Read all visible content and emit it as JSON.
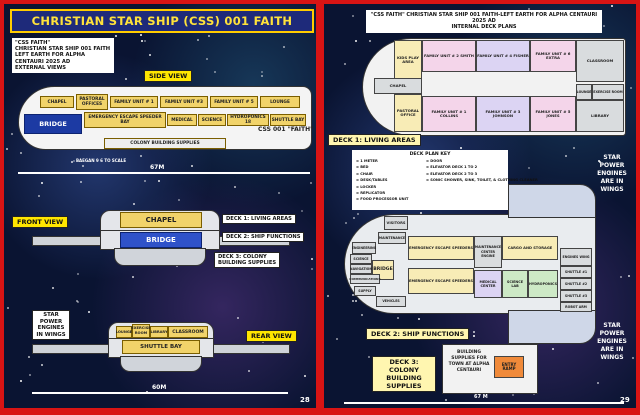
{
  "left_page": {
    "title": "CHRISTIAN STAR SHIP (CSS) 001 FAITH",
    "info": {
      "line1": "\"CSS FAITH\"",
      "line2": "CHRISTIAN STAR SHIP 001 FAITH",
      "line3": "LEFT EARTH FOR ALPHA CENTAURI 2025 AD",
      "line4": "EXTERNAL VIEWS"
    },
    "side_view_label": "SIDE VIEW",
    "side_rooms": {
      "chapel": "CHAPEL",
      "pastoral": "PASTORAL OFFICES",
      "fam1": "FAMILY UNIT # 1",
      "fam3": "FAMILY UNIT #3",
      "fam5": "FAMILY UNIT # 5",
      "lounge": "LOUNGE",
      "bridge": "BRIDGE",
      "escape": "EMERGENCY ESCAPE SPEEDER BAY",
      "medical": "MEDICAL",
      "science": "SCIENCE",
      "hydro": "HYDROPONICS 18",
      "shuttle": "SHUTTLE BAY",
      "colony": "COLONY BUILDING SUPPLIES",
      "hull_name": "CSS 001 \"FAITH\""
    },
    "scale_note": "BAEGAN 9 6 TO SCALE",
    "side_dim": "67M",
    "front_view_label": "FRONT VIEW",
    "front_rooms": {
      "chapel": "CHAPEL",
      "bridge": "BRIDGE"
    },
    "front_callouts": {
      "deck1": "DECK 1: LIVING AREAS",
      "deck2": "DECK 2: SHIP FUNCTIONS",
      "deck3a": "DECK 3: COLONY",
      "deck3b": "BUILDING SUPPLIES"
    },
    "rear_view_label": "REAR VIEW",
    "rear_rooms": {
      "lounge": "LOUNGE",
      "exercise": "EXERCISE ROOM",
      "library": "LIBRARY",
      "classroom": "CLASSROOM",
      "shuttle": "SHUTTLE BAY"
    },
    "rear_callout": "STAR POWER ENGINES IN WINGS",
    "rear_dim": "60M",
    "page_number": "28"
  },
  "right_page": {
    "info": {
      "line1": "\"CSS FAITH\" CHRISTIAN STAR SHIP 001 FAITH-LEFT EARTH FOR ALPHA CENTAURI 2025 AD",
      "line2": "INTERNAL DECK PLANS"
    },
    "deck_top_rooms": {
      "kids": "KIDS PLAY AREA",
      "fam2": "FAMILY UNIT # 2 SMITH",
      "fam4": "FAMILY UNIT # 4 FISHER",
      "fam6": "FAMILY UNIT # 6 EXTRA",
      "classroom": "CLASSROOM",
      "chapel": "CHAPEL",
      "pastoral": "PASTORAL OFFICE",
      "fam1": "FAMILY UNIT # 1 COLLINS",
      "fam3": "FAMILY UNIT # 3 JOHNSON",
      "fam5": "FAMILY UNIT # 5 JONES",
      "lounge": "LOUNGE",
      "exercise": "EXERCISE ROOM",
      "library": "LIBRARY"
    },
    "deck1_label": "DECK 1: LIVING AREAS",
    "key": {
      "title": "DECK PLAN KEY",
      "items": [
        "= 1 METER",
        "= BED",
        "= CHAIR",
        "= DESK/TABLES",
        "= LOCKER",
        "= REPLICATOR",
        "= FOOD PROCESSOR UNIT",
        "= DOOR",
        "= ELEVATOR DECK 1 TO 2",
        "= ELEVATOR DECK 2 TO 3",
        "= SONIC SHOWER, SINK, TOILET, & CLOTHING CLEANER"
      ]
    },
    "engines_label": "STAR POWER ENGINES ARE IN WINGS",
    "deck2_rooms": {
      "visitors": "VISITORS",
      "maintenance": "MAINTENANCE",
      "engineering": "ENGINEERING",
      "science": "SCIENCE",
      "bridge": "BRIDGE",
      "navigation": "NAVIGATION",
      "comms": "COMMUNICATIONS",
      "supply": "SUPPLY",
      "vehicles": "VEHICLES",
      "speeders_top": "EMERGENCY ESCAPE SPEEDERS",
      "speeders_bot": "EMERGENCY ESCAPE SPEEDERS",
      "maint_center": "MAINTENANCE CENTER ENGINE",
      "cargo": "CARGO AND STORAGE",
      "medical": "MEDICAL CENTER",
      "science_lab": "SCIENCE LAB",
      "hydroponics": "HYDROPONICS",
      "engines_wings": "ENGINES WING",
      "shuttle1": "SHUTTLE #1",
      "shuttle2": "SHUTTLE #2",
      "shuttle3": "SHUTTLE #3",
      "robot_arm": "ROBOT ARM"
    },
    "deck2_label": "DECK 2: SHIP FUNCTIONS",
    "deck3_label": "DECK 3: COLONY BUILDING SUPPLIES",
    "deck3_text": "BUILDING SUPPLIES FOR TOWN AT ALPHA CENTAURI",
    "entry_ramp": "ENTRY RAMP",
    "dim": "67 M",
    "page_number": "29"
  }
}
